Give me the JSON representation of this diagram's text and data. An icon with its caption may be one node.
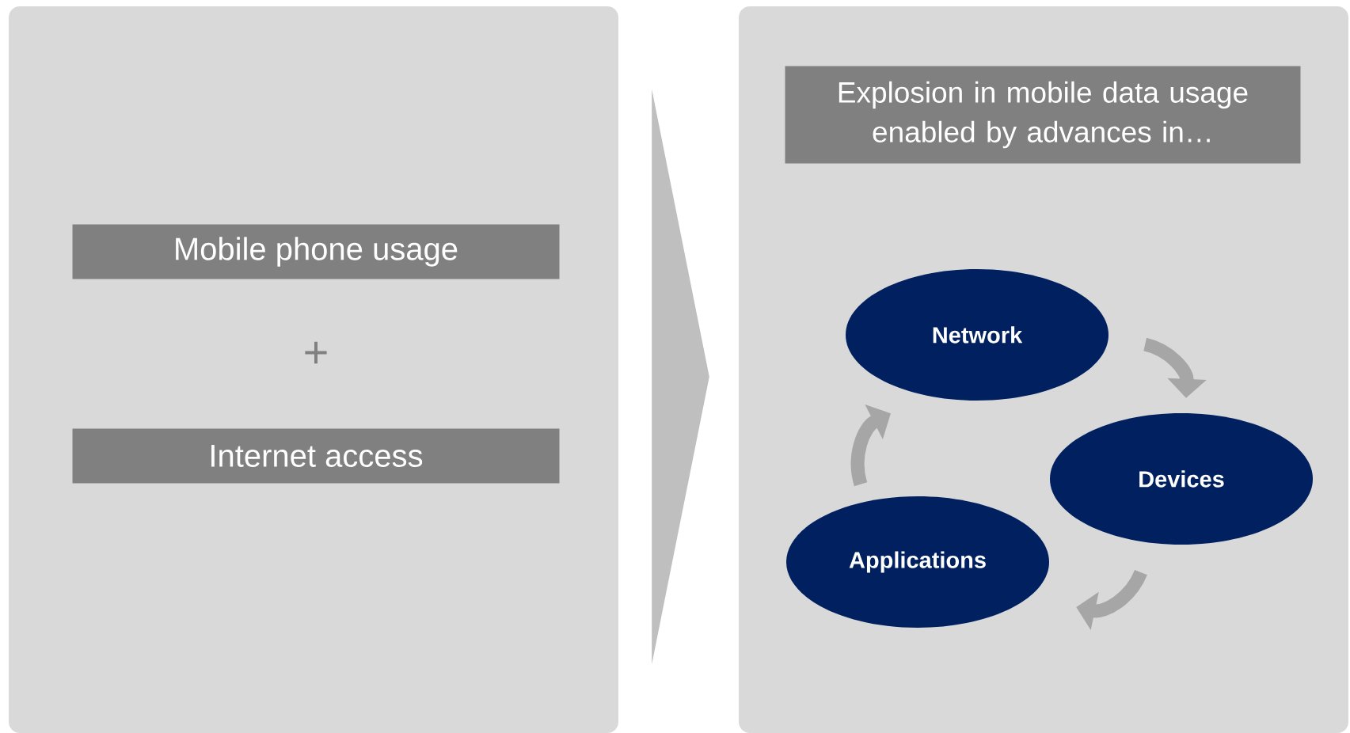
{
  "diagram": {
    "nodes": [
      {
        "text": [],
        "shape": "box"
      },
      {
        "text": [
          "Mobile phone usage"
        ],
        "in": 0
      },
      {
        "text": [
          "Internet access"
        ],
        "in": 0
      },
      {
        "text": [],
        "shape": "box"
      },
      {
        "text": [
          "Explosion in mobile data usage enabled by advances in…"
        ],
        "in": 3
      },
      {
        "text": [
          "Network"
        ],
        "in": 3
      },
      {
        "text": [
          "Devices"
        ],
        "in": 3
      },
      {
        "text": [
          "Applications"
        ],
        "in": 3
      }
    ],
    "edges": [
      {
        "from": 0,
        "to": 3,
        "arrow": "to"
      },
      {
        "from": 5,
        "to": 6,
        "arrow": "to"
      },
      {
        "from": 6,
        "to": 7,
        "arrow": "to"
      },
      {
        "from": 7,
        "to": 5,
        "arrow": "to"
      }
    ],
    "labels": [
      "+"
    ]
  }
}
